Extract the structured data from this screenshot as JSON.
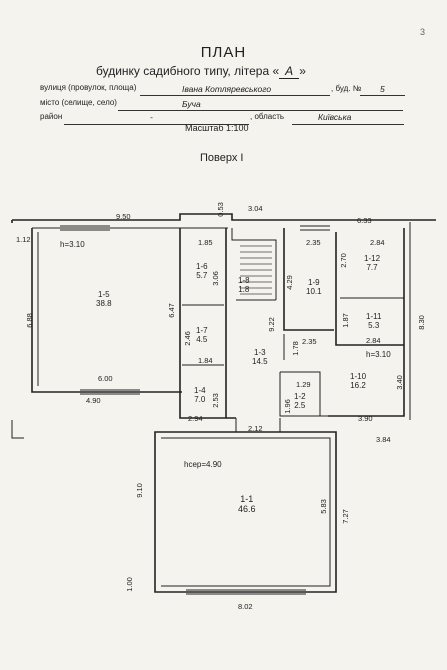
{
  "page_number": "3",
  "header": {
    "title": "ПЛАН",
    "subtitle_prefix": "будинку садибного типу, літера «",
    "letter": "А",
    "subtitle_suffix": "»"
  },
  "address": {
    "street_label": "вулиця (провулок, площа)",
    "street_value": "Івана Котляревського",
    "house_label": ", буд. №",
    "house_value": "5",
    "city_label": "місто (селище, село)",
    "city_value": "Буча",
    "district_label": "район",
    "district_value": "-",
    "region_label": ", область",
    "region_value": "Київська"
  },
  "scale": "Масштаб 1:100",
  "floor_title": "Поверх І",
  "rooms": [
    {
      "id": "1-1",
      "area": "46.6"
    },
    {
      "id": "1-2",
      "area": "2.5"
    },
    {
      "id": "1-3",
      "area": "14.5"
    },
    {
      "id": "1-4",
      "area": "7.0"
    },
    {
      "id": "1-5",
      "area": "38.8"
    },
    {
      "id": "1-6",
      "area": "5.7"
    },
    {
      "id": "1-7",
      "area": "4.5"
    },
    {
      "id": "1-8",
      "area": "1.8"
    },
    {
      "id": "1-9",
      "area": "10.1"
    },
    {
      "id": "1-10",
      "area": "16.2"
    },
    {
      "id": "1-11",
      "area": "5.3"
    },
    {
      "id": "1-12",
      "area": "7.7"
    }
  ],
  "heights": [
    "h=3.10",
    "h=3.10",
    "hсер=4.90"
  ],
  "dimensions": [
    "9.50",
    "0.53",
    "3.04",
    "6.33",
    "1.12",
    "1.85",
    "2.35",
    "2.84",
    "6.88",
    "6.47",
    "3.06",
    "4.29",
    "2.70",
    "8.30",
    "1.87",
    "2.84",
    "2.46",
    "9.22",
    "1.84",
    "2.35",
    "6.00",
    "1.78",
    "3.40",
    "4.90",
    "2.53",
    "1.29",
    "2.94",
    "1.96",
    "3.90",
    "2.12",
    "3.84",
    "9.10",
    "5.83",
    "7.27",
    "1.00",
    "8.02"
  ]
}
